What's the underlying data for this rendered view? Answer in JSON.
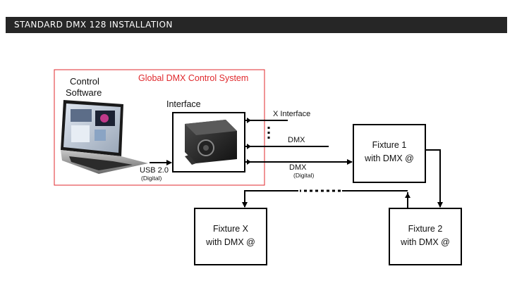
{
  "header": {
    "title": "STANDARD DMX 128 INSTALLATION"
  },
  "diagram": {
    "system_label": "Global DMX Control System",
    "software_label_line1": "Control",
    "software_label_line2": "Software",
    "interface_label": "Interface",
    "usb_label": "USB 2.0",
    "usb_sub_label": "(Digital)",
    "x_interface_label": "X Interface",
    "dmx_label_1": "DMX",
    "dmx_label_2": "DMX",
    "dmx_sub_label": "(Digital)",
    "fixture_1": {
      "line1": "Fixture 1",
      "line2": "with DMX @"
    },
    "fixture_2": {
      "line1": "Fixture 2",
      "line2": "with DMX @"
    },
    "fixture_x": {
      "line1": "Fixture X",
      "line2": "with DMX @"
    }
  },
  "colors": {
    "system_border": "#e0292d",
    "system_label": "#e0292d",
    "header_bg": "#262626"
  }
}
